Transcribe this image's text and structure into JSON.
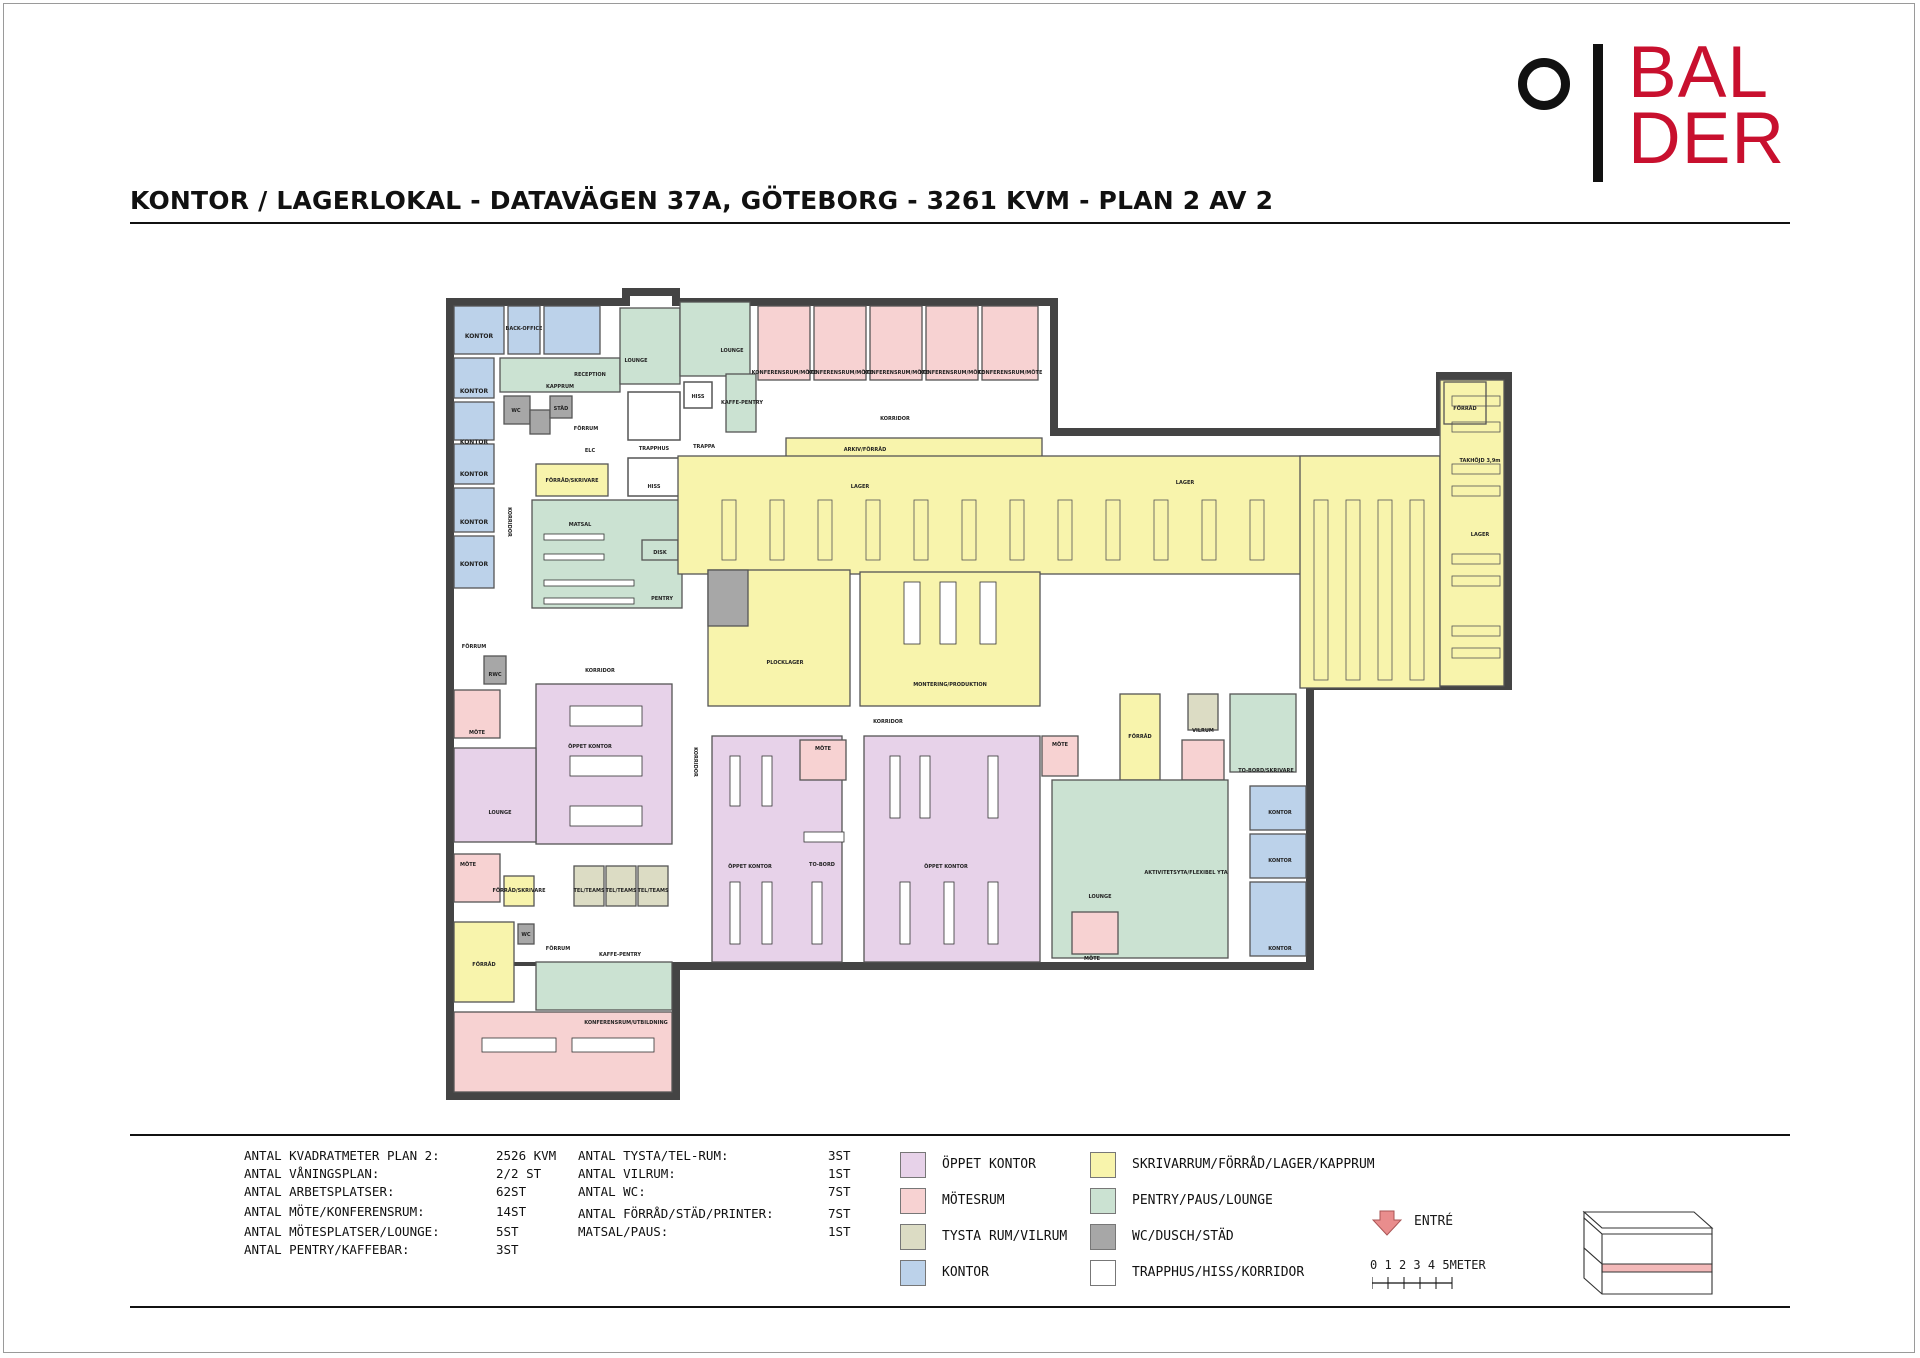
{
  "brand": {
    "logo_text_line1": "BAL",
    "logo_text_line2": "DER",
    "brand_color": "#c8102e"
  },
  "title": "KONTOR / LAGERLOKAL - DATAVÄGEN 37A, GÖTEBORG - 3261 KVM - PLAN 2 AV 2",
  "colors": {
    "oppet_kontor": "#e7d2e9",
    "motesrum": "#f7d2d2",
    "tysta_rum": "#dcdcc4",
    "kontor": "#bcd2ea",
    "skrivarrum": "#f8f4ac",
    "pentry": "#cbe2d2",
    "wc": "#a7a7a7",
    "trapphus": "#ffffff",
    "wall": "#555555"
  },
  "floorplan": {
    "rooms": {
      "kontor": "KONTOR",
      "back_office": "BACK-OFFICE",
      "reception": "RECEPTION",
      "lounge": "LOUNGE",
      "kapprum": "KAPPRUM",
      "kaffe_pentry": "KAFFE-PENTRY",
      "konferensrum_mote": "KONFERENSRUM/MÖTE",
      "korridor": "KORRIDOR",
      "arkiv_forrad": "ARKIV/FÖRRÅD",
      "forrad": "FÖRRÅD",
      "takhojd": "TAKHÖJD 3,9m",
      "lager": "LAGER",
      "wc": "WC",
      "stad": "STÄD",
      "forrum": "FÖRRUM",
      "trapphus": "TRAPPHUS",
      "trappa": "TRAPPA",
      "hiss": "HISS",
      "elc": "ELC",
      "forrad_skrivare": "FÖRRÅD/SKRIVARE",
      "matsal": "MATSAL",
      "disk": "DISK",
      "pentry": "PENTRY",
      "plocklager": "PLOCKLAGER",
      "montering": "MONTERING/PRODUKTION",
      "rwc": "RWC",
      "mote": "MÖTE",
      "oppet_kontor": "ÖPPET KONTOR",
      "tel_teams": "TEL/TEAMS",
      "vilrum": "VILRUM",
      "to_bord_skrivare": "TO-BORD/SKRIVARE",
      "to_bord": "TO-BORD",
      "aktivitetsyta": "AKTIVITETSYTA/FLEXIBEL YTA",
      "konferensrum_utbildning": "KONFERENSRUM/UTBILDNING"
    }
  },
  "stats": {
    "left": [
      {
        "label": "ANTAL KVADRATMETER PLAN 2:",
        "value": "2526 KVM"
      },
      {
        "label": "ANTAL VÅNINGSPLAN:",
        "value": "2/2 ST"
      },
      {
        "label": "ANTAL ARBETSPLATSER:",
        "value": "62ST"
      },
      {
        "label": "ANTAL MÖTE/KONFERENSRUM:",
        "value": "14ST"
      },
      {
        "label": "ANTAL MÖTESPLATSER/LOUNGE:",
        "value": "5ST"
      },
      {
        "label": "ANTAL PENTRY/KAFFEBAR:",
        "value": "3ST"
      }
    ],
    "right": [
      {
        "label": "ANTAL TYSTA/TEL-RUM:",
        "value": "3ST"
      },
      {
        "label": "ANTAL VILRUM:",
        "value": "1ST"
      },
      {
        "label": "ANTAL WC:",
        "value": "7ST"
      },
      {
        "label": "ANTAL FÖRRÅD/STÄD/PRINTER:",
        "value": "7ST"
      },
      {
        "label": "MATSAL/PAUS:",
        "value": "1ST"
      }
    ]
  },
  "legend": [
    {
      "label": "ÖPPET KONTOR",
      "color": "#e7d2e9"
    },
    {
      "label": "MÖTESRUM",
      "color": "#f7d2d2"
    },
    {
      "label": "TYSTA RUM/VILRUM",
      "color": "#dcdcc4"
    },
    {
      "label": "KONTOR",
      "color": "#bcd2ea"
    },
    {
      "label": "SKRIVARRUM/FÖRRÅD/LAGER/KAPPRUM",
      "color": "#f8f4ac"
    },
    {
      "label": "PENTRY/PAUS/LOUNGE",
      "color": "#cbe2d2"
    },
    {
      "label": "WC/DUSCH/STÄD",
      "color": "#a7a7a7"
    },
    {
      "label": "TRAPPHUS/HISS/KORRIDOR",
      "color": "#ffffff"
    }
  ],
  "entre": {
    "label": "ENTRÉ",
    "arrow_color": "#e98d8d"
  },
  "scale": {
    "ticks": [
      "0",
      "1",
      "2",
      "3",
      "4",
      "5"
    ],
    "unit": "METER"
  },
  "stack_indicator": {
    "current_floor_color": "#f3b9b9"
  }
}
